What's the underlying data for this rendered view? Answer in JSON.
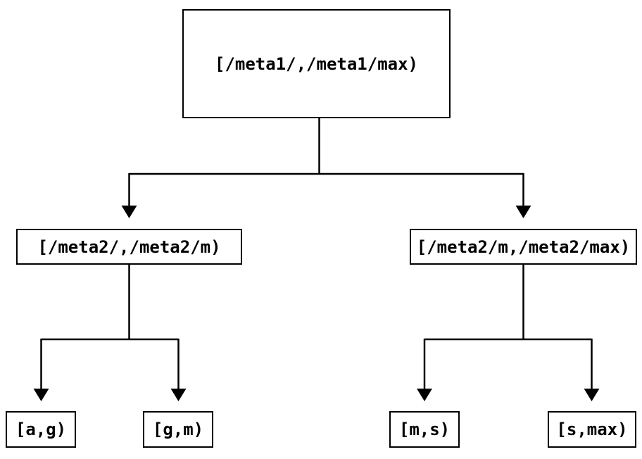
{
  "colors": {
    "background": "#ffffff",
    "line": "#000000",
    "box_border": "#000000",
    "box_fill": "#ffffff",
    "text": "#000000"
  },
  "tree": {
    "label": "[/meta1/,/meta1/max)",
    "children": [
      {
        "label": "[/meta2/,/meta2/m)",
        "children": [
          {
            "label": "[a,g)"
          },
          {
            "label": "[g,m)"
          }
        ]
      },
      {
        "label": "[/meta2/m,/meta2/max)",
        "children": [
          {
            "label": "[m,s)"
          },
          {
            "label": "[s,max)"
          }
        ]
      }
    ]
  }
}
